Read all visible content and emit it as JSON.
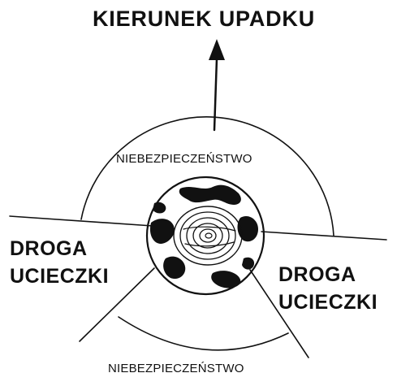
{
  "diagram": {
    "title": "KIERUNEK  UPADKU",
    "danger_zone_top": "NIEBEZPIECZEŃSTWO",
    "danger_zone_bottom": "NIEBEZPIECZEŃSTWO",
    "escape_left_line1": "DROGA",
    "escape_left_line2": "UCIECZKI",
    "escape_right_line1": "DROGA",
    "escape_right_line2": "UCIECZKI"
  },
  "colors": {
    "ink": "#111111",
    "background": "#ffffff"
  }
}
